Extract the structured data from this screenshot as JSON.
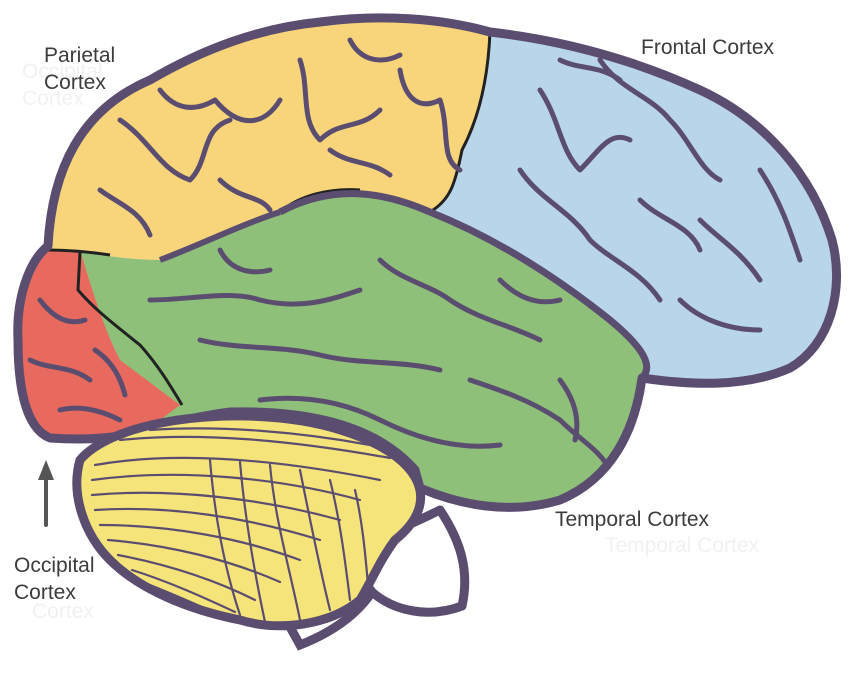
{
  "labels": {
    "parietal": {
      "line1": "Parietal",
      "line2": "Cortex"
    },
    "frontal": {
      "line1": "Frontal Cortex"
    },
    "temporal": {
      "line1": "Temporal Cortex"
    },
    "occipital": {
      "line1": "Occipital",
      "line2": "Cortex"
    }
  },
  "colors": {
    "parietal": "#f8d57a",
    "frontal": "#b9d5ea",
    "temporal": "#8fc07a",
    "occipital": "#e86a5e",
    "cerebellum": "#f5e47a",
    "outline": "#5b4d70",
    "text": "#3c3c3c",
    "arrow": "#555555"
  }
}
